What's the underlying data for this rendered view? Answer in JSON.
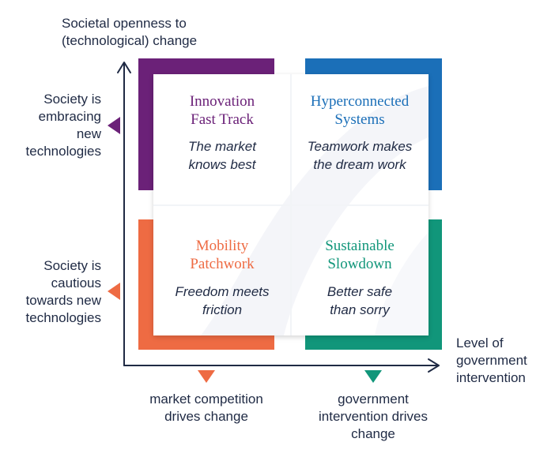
{
  "y_axis": {
    "title_line1": "Societal openness to",
    "title_line2": "(technological) change",
    "upper": [
      "Society is",
      "embracing",
      "new",
      "technologies"
    ],
    "lower": [
      "Society is",
      "cautious",
      "towards new",
      "technologies"
    ]
  },
  "x_axis": {
    "title": [
      "Level of",
      "government",
      "intervention"
    ],
    "left": [
      "market competition",
      "drives change"
    ],
    "right": [
      "government",
      "intervention drives",
      "change"
    ]
  },
  "quadrants": {
    "top_left": {
      "title": [
        "Innovation",
        "Fast Track"
      ],
      "subtitle": [
        "The market",
        "knows best"
      ],
      "color": "#6b2178"
    },
    "top_right": {
      "title": [
        "Hyperconnected",
        "Systems"
      ],
      "subtitle": [
        "Teamwork makes",
        "the dream work"
      ],
      "color": "#1b6fb8"
    },
    "bottom_left": {
      "title": [
        "Mobility",
        "Patchwork"
      ],
      "subtitle": [
        "Freedom meets",
        "friction"
      ],
      "color": "#ee6b43"
    },
    "bottom_right": {
      "title": [
        "Sustainable",
        "Slowdown"
      ],
      "subtitle": [
        "Better safe",
        "than sorry"
      ],
      "color": "#11967a"
    }
  },
  "colors": {
    "axis": "#1f2a44",
    "text": "#1f2a44",
    "purple": "#6b2178",
    "blue": "#1b6fb8",
    "orange": "#ee6b43",
    "green": "#11967a"
  }
}
